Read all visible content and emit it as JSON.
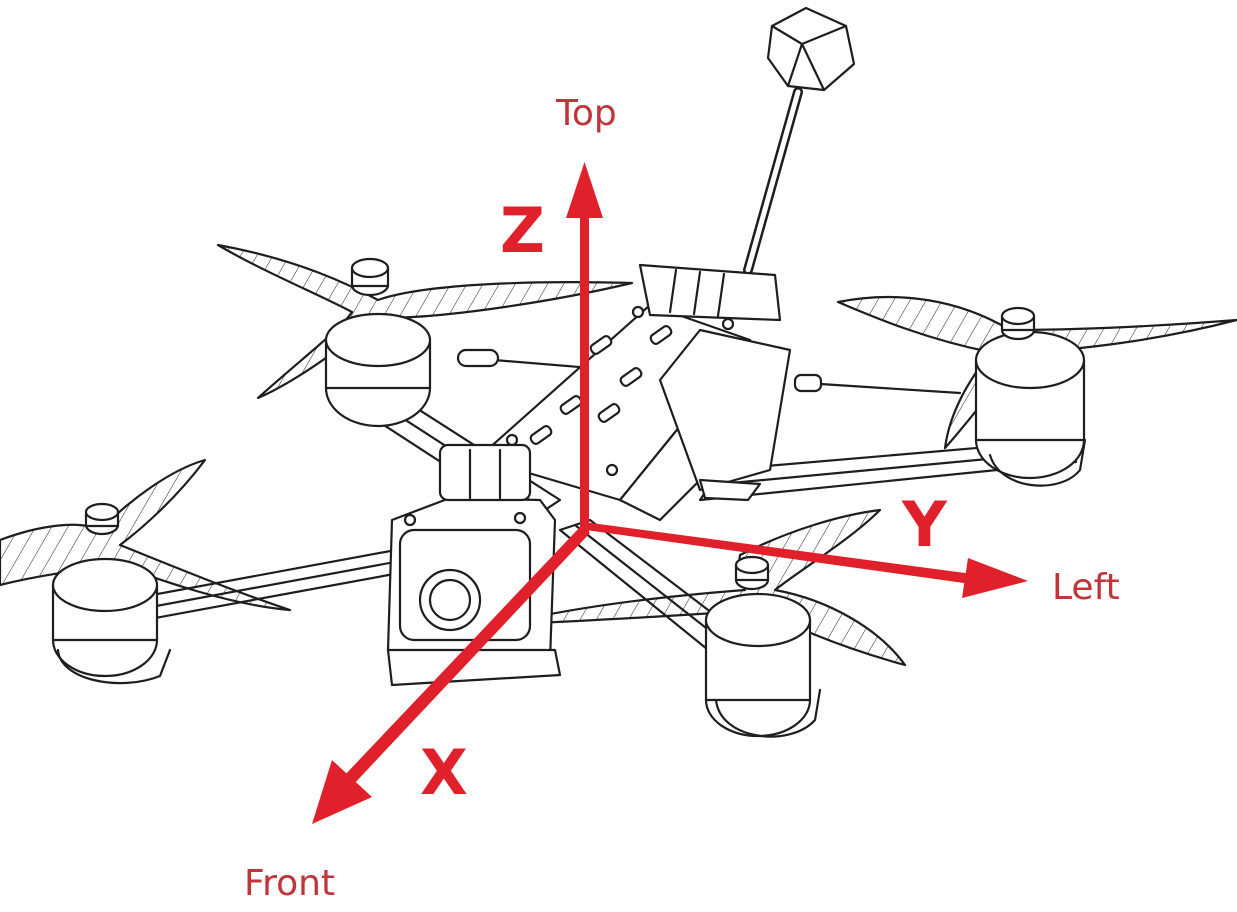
{
  "axes": {
    "top_label": "Top",
    "left_label": "Left",
    "front_label": "Front",
    "z_letter": "Z",
    "y_letter": "Y",
    "x_letter": "X"
  },
  "colors": {
    "axis_arrow": "#e0202a",
    "axis_text": "#c0343a",
    "line_art": "#1e1e1e",
    "background": "#ffffff"
  }
}
